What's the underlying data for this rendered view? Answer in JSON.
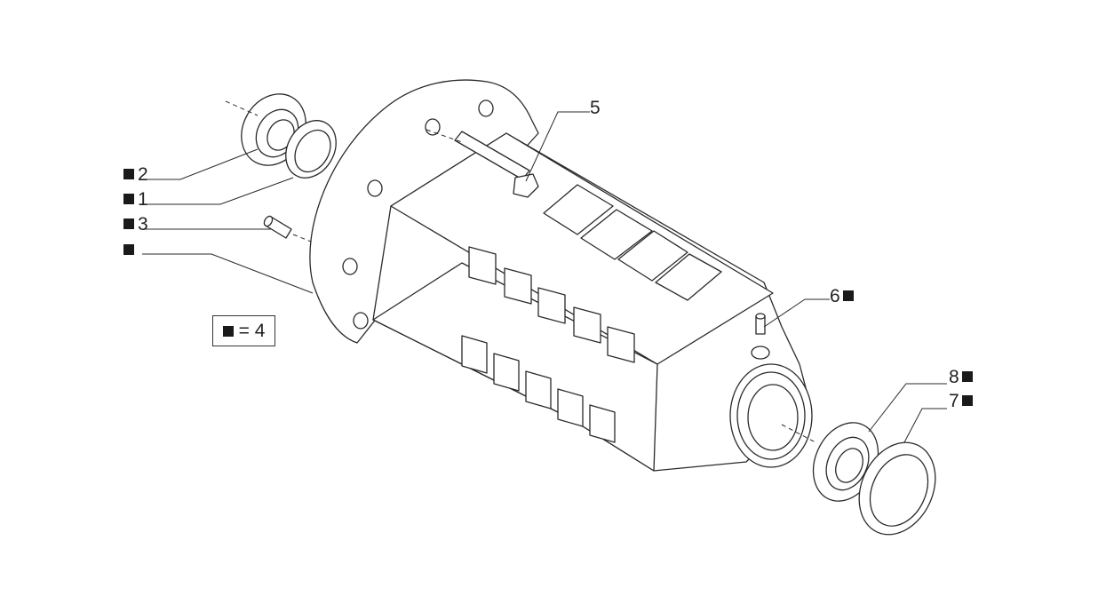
{
  "colors": {
    "line": "#2a2a2a",
    "fill": "#ffffff",
    "marker": "#1a1a1a"
  },
  "callouts": [
    {
      "id": "2",
      "text": "2",
      "marked": true
    },
    {
      "id": "1",
      "text": "1",
      "marked": true
    },
    {
      "id": "3",
      "text": "3",
      "marked": true
    },
    {
      "id": "housing",
      "text": "",
      "marked": true
    },
    {
      "id": "5",
      "text": "5",
      "marked": false
    },
    {
      "id": "6",
      "text": "6",
      "marked": true
    },
    {
      "id": "8",
      "text": "8",
      "marked": true
    },
    {
      "id": "7",
      "text": "7",
      "marked": true
    }
  ],
  "legend": {
    "equals_text": "= 4"
  },
  "icons": {
    "marker": "black-square-icon"
  }
}
